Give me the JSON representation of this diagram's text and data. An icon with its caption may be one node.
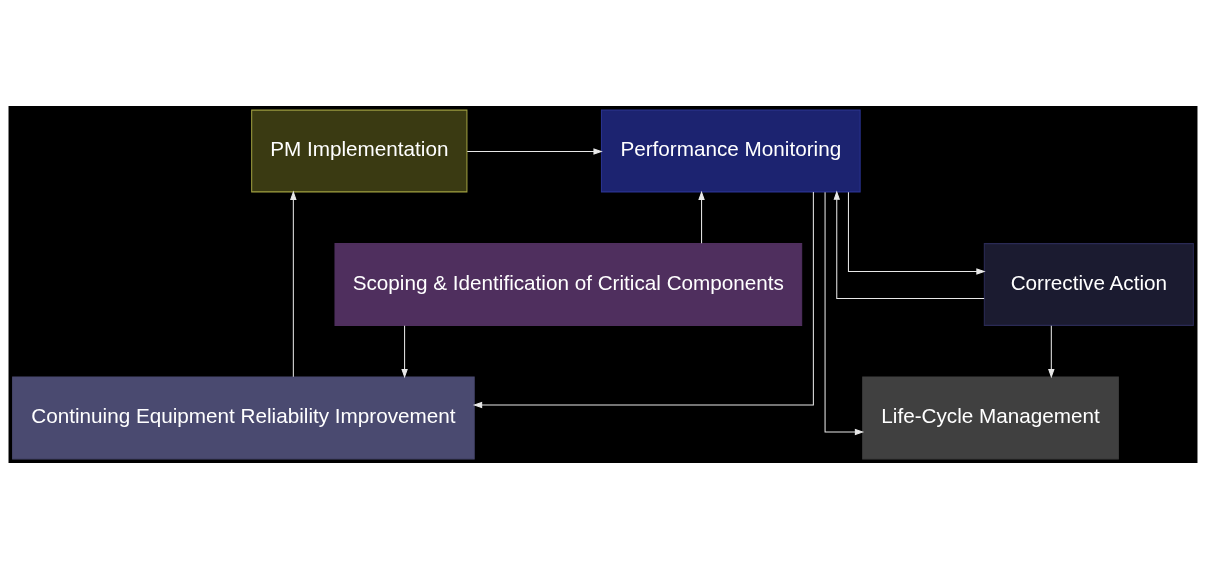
{
  "diagram": {
    "nodes": [
      {
        "text": [
          "Performance Monitoring"
        ]
      },
      {
        "text": [
          "PM Implementation"
        ]
      },
      {
        "text": [
          "Scoping & Identification of Critical Components"
        ]
      },
      {
        "text": [
          "Corrective Action"
        ]
      },
      {
        "text": [
          "Continuing Equipment Reliability Improvement"
        ]
      },
      {
        "text": [
          "Life-Cycle Management"
        ]
      }
    ],
    "edges": [
      {
        "from": 2,
        "to": 0,
        "arrow": "to"
      },
      {
        "from": 2,
        "to": 4,
        "arrow": "to"
      },
      {
        "from": 1,
        "to": 0,
        "arrow": "to"
      },
      {
        "from": 0,
        "to": 3,
        "arrow": "to"
      },
      {
        "from": 3,
        "to": 0,
        "arrow": "to"
      },
      {
        "from": 0,
        "to": 4,
        "arrow": "to"
      },
      {
        "from": 0,
        "to": 5,
        "arrow": "to"
      },
      {
        "from": 3,
        "to": 5,
        "arrow": "to"
      },
      {
        "from": 4,
        "to": 1,
        "arrow": "to"
      }
    ]
  }
}
